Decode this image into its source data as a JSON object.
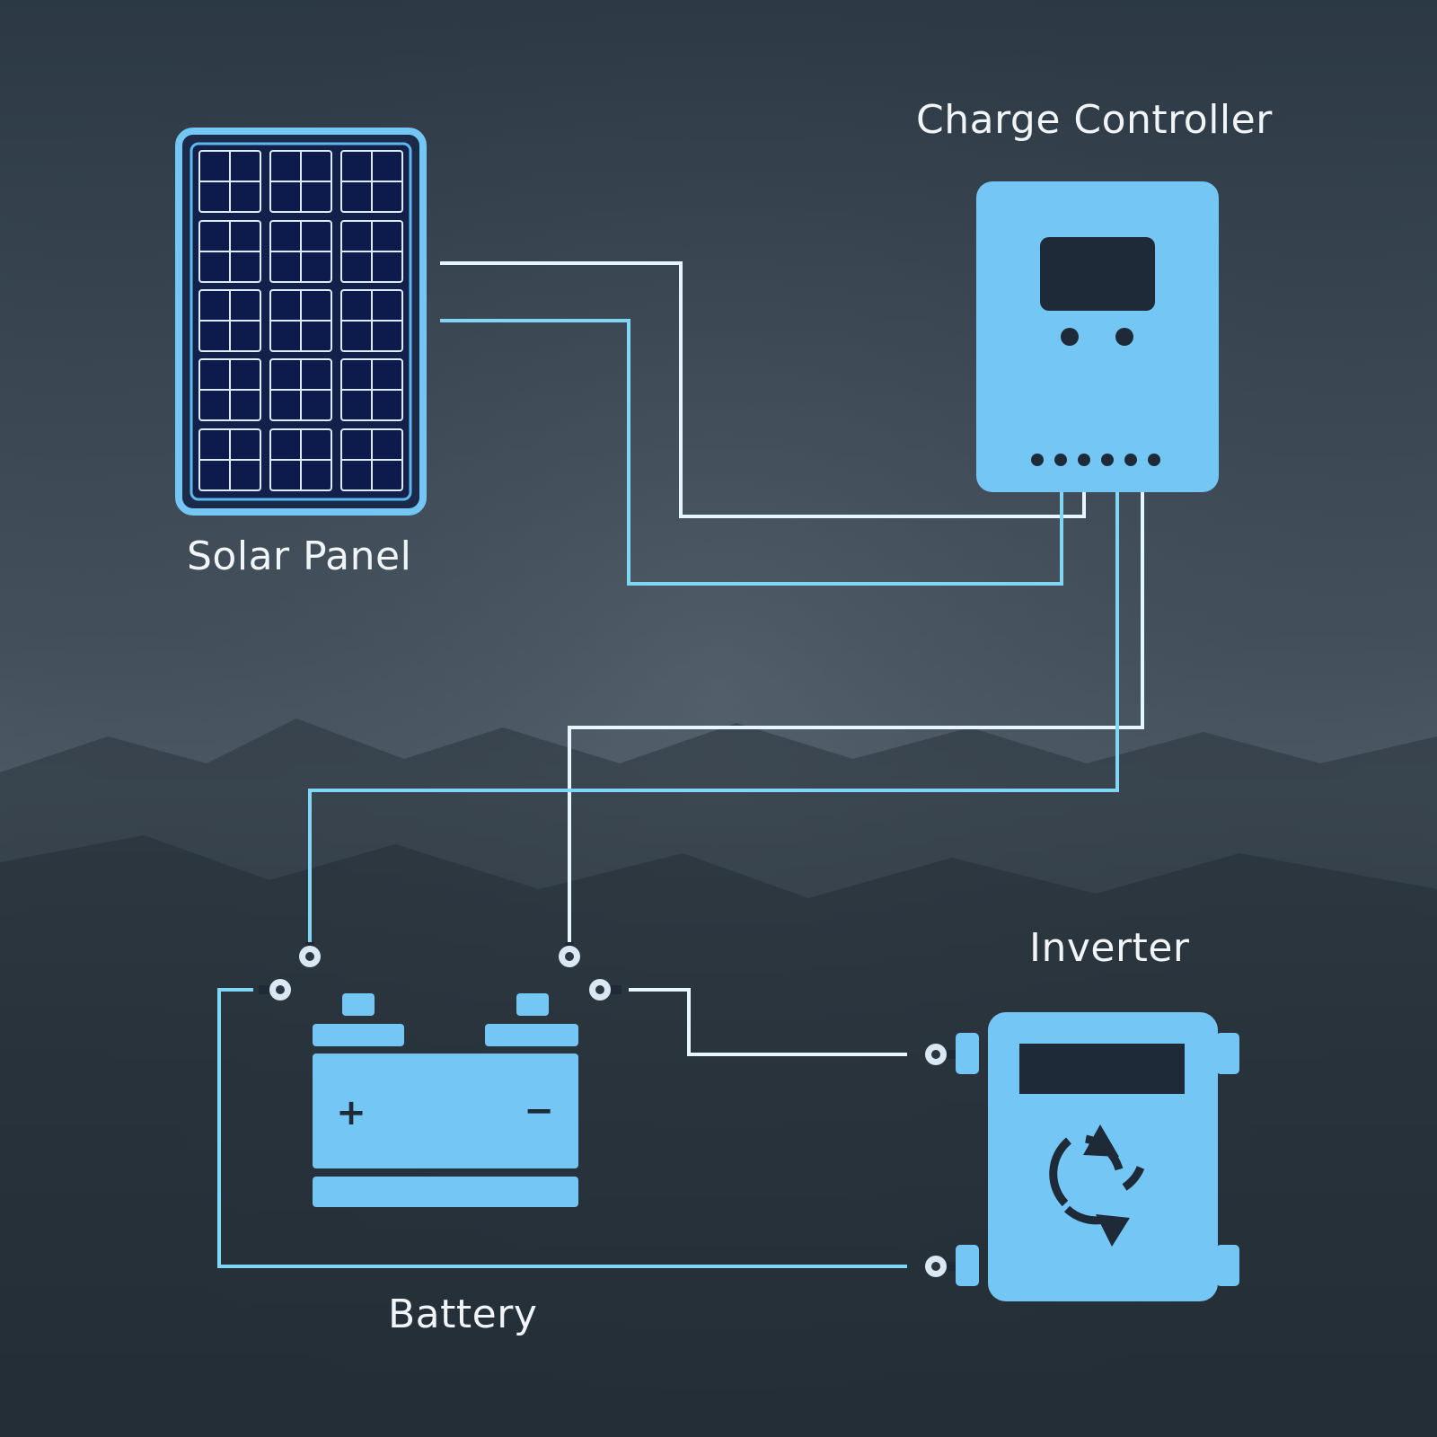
{
  "labels": {
    "solar_panel": "Solar Panel",
    "charge_controller": "Charge Controller",
    "inverter": "Inverter",
    "battery": "Battery"
  },
  "battery_symbols": {
    "positive": "+",
    "negative": "−"
  },
  "colors": {
    "component_fill": "#74c6f4",
    "component_stroke": "#7fd0f8",
    "wire_white": "#e6f6ff",
    "wire_cyan": "#7fd6f6",
    "dark_detail": "#1f2a38",
    "panel_cell": "#0d1b4c",
    "panel_grid": "#d9ecf8",
    "label_text": "#f1f5f8"
  }
}
